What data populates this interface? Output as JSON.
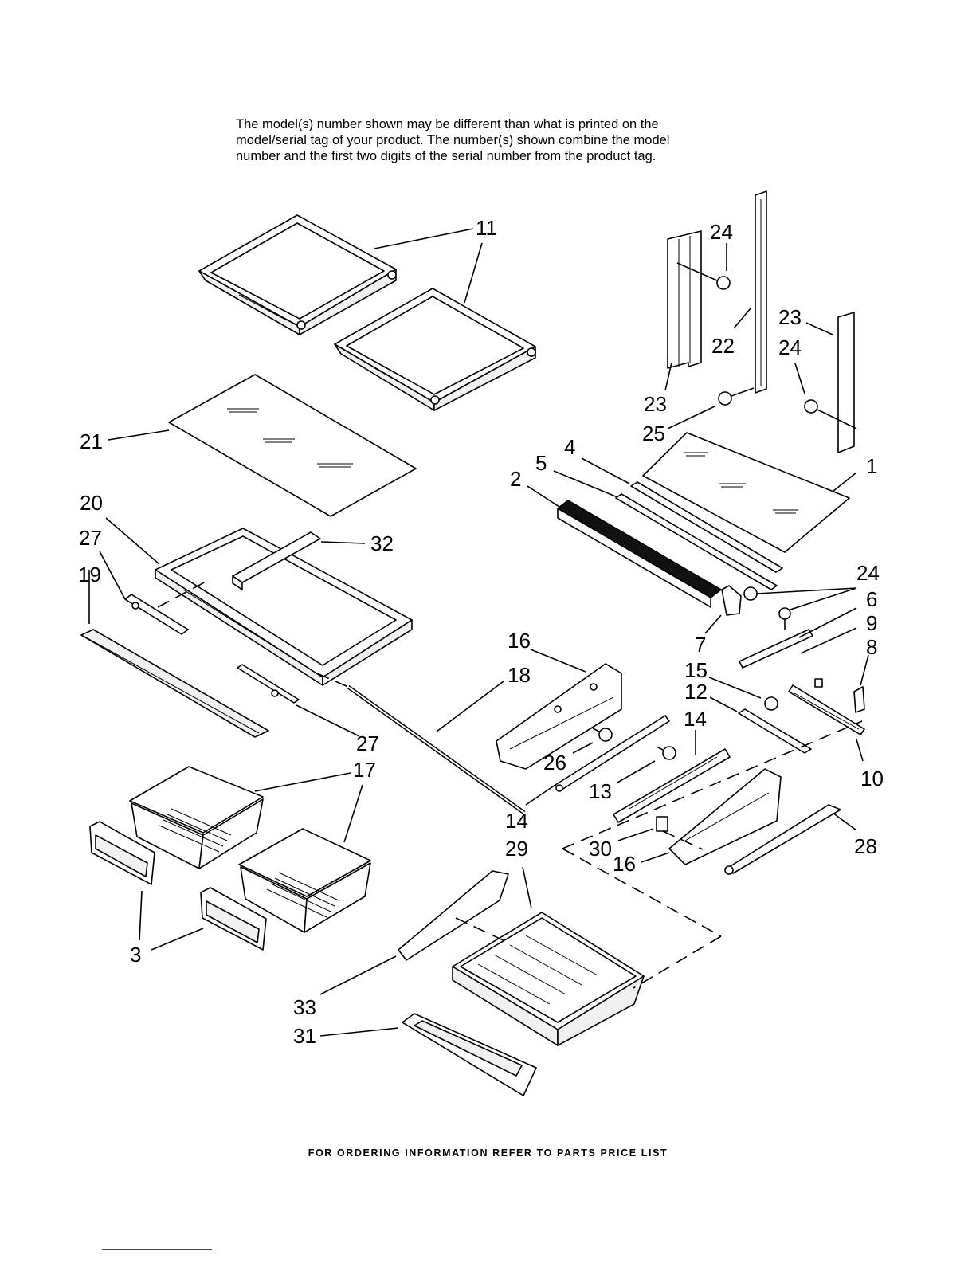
{
  "disclaimer": {
    "line1": "The model(s) number shown may be different than what is printed on the",
    "line2": "model/serial tag of your product. The number(s) shown combine the model",
    "line3": "number and the first two digits of the serial number from the product tag."
  },
  "callouts": {
    "c11": "11",
    "c24a": "24",
    "c22": "22",
    "c23a": "23",
    "c24b": "24",
    "c23b": "23",
    "c25": "25",
    "c21": "21",
    "c4": "4",
    "c5": "5",
    "c1": "1",
    "c2": "2",
    "c20": "20",
    "c32": "32",
    "c27a": "27",
    "c19": "19",
    "c24c": "24",
    "c6": "6",
    "c9": "9",
    "c8": "8",
    "c7": "7",
    "c16a": "16",
    "c15": "15",
    "c18": "18",
    "c12": "12",
    "c14a": "14",
    "c27b": "27",
    "c17": "17",
    "c26": "26",
    "c10": "10",
    "c13": "13",
    "c14b": "14",
    "c29": "29",
    "c30": "30",
    "c16b": "16",
    "c28": "28",
    "c3": "3",
    "c33": "33",
    "c31": "31"
  },
  "footer": "FOR ORDERING INFORMATION REFER TO PARTS PRICE LIST"
}
